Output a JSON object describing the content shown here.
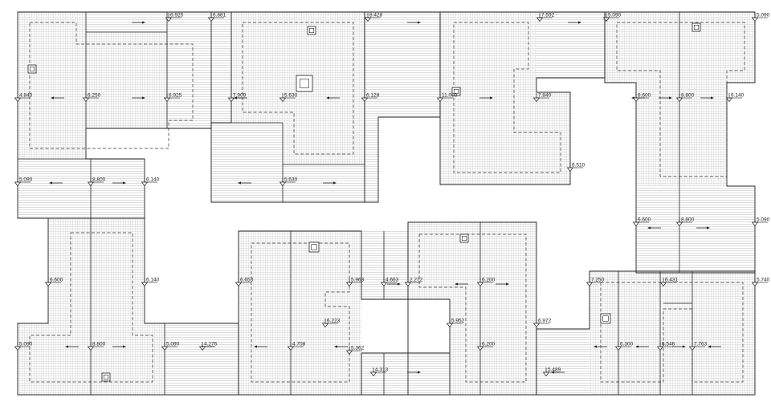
{
  "plan": {
    "elevations": [
      "6.925",
      "6.881",
      "8.428",
      "7.592",
      "5.090",
      "5.090",
      "4.840",
      "6.250",
      "6.925",
      "7.909",
      "5.630",
      "6.128",
      "11.000",
      "7.840",
      "6.600",
      "8.800",
      "6.140",
      "6.510",
      "5.090",
      "8.800",
      "6.140",
      "5.630",
      "6.600",
      "8.800",
      "5.090",
      "6.600",
      "6.140",
      "6.653",
      "5.963",
      "4.663",
      "2.272",
      "6.200",
      "7.250",
      "6.431",
      "5.740",
      "6.223",
      "5.952",
      "6.972",
      "5.090",
      "8.800",
      "5.090",
      "4.276",
      "4.708",
      "5.362",
      "6.200",
      "6.300",
      "6.546",
      "7.763",
      "4.313",
      "5.489"
    ],
    "colors": {
      "line": "#222222",
      "dashed_outline": "#333333",
      "hatch_horizontal": "#c9c9c9",
      "hatch_grid": "#cfcfcf",
      "background": "#ffffff"
    },
    "icons": [
      "drain-icon",
      "flow-arrow-icon",
      "elevation-marker-icon"
    ]
  }
}
